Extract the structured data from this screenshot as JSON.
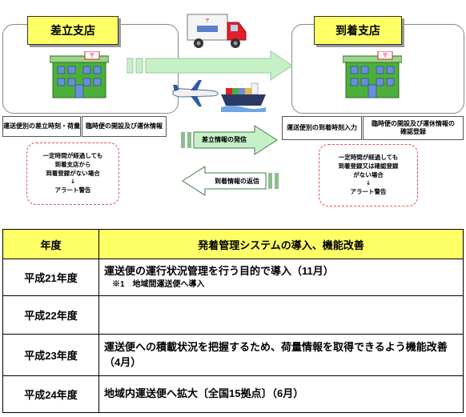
{
  "origin": {
    "title": "差立支店",
    "info_left": "運送便別の差立時刻・荷量",
    "info_right": "臨時便の開設及び運休情報",
    "alert": [
      "一定時間が経過しても",
      "到着支店から",
      "到着登録がない場合",
      "↓",
      "アラート警告"
    ]
  },
  "destination": {
    "title": "到着支店",
    "info_left": "運送便別の到着時刻入力",
    "info_right_1": "臨時便の開設及び運休情報の",
    "info_right_2": "確認登録",
    "alert": [
      "一定時間が経過しても",
      "到着登録又は確認登録",
      "がない場合",
      "↓",
      "アラート警告"
    ]
  },
  "flows": {
    "send_label": "差立情報の発信",
    "return_label": "到着情報の返信"
  },
  "table": {
    "header_year": "年度",
    "header_desc": "発着管理システムの導入、機能改善",
    "rows": [
      {
        "year": "平成21年度",
        "desc": "運送便の運行状況管理を行う目的で導入（11月）",
        "note": "※1　地域間運送便へ導入"
      },
      {
        "year": "平成22年度",
        "desc": "",
        "note": ""
      },
      {
        "year": "平成23年度",
        "desc": "運送便への積載状況を把握するため、荷量情報を取得できるよう機能改善（4月）",
        "note": ""
      },
      {
        "year": "平成24年度",
        "desc": "地域内運送便へ拡大〔全国15拠点〕（6月）",
        "note": ""
      }
    ]
  },
  "colors": {
    "title_fill": "#ffff66",
    "arrow_green": "#c6f0c6",
    "alert_border": "#e05050",
    "building_green": "#4caf3c",
    "building_blue": "#6a8fd8",
    "truck_red": "#e0202a"
  },
  "icons": {
    "building": "post-office-building-icon",
    "truck": "delivery-truck-icon",
    "plane": "airplane-icon",
    "ship": "cargo-ship-icon"
  }
}
